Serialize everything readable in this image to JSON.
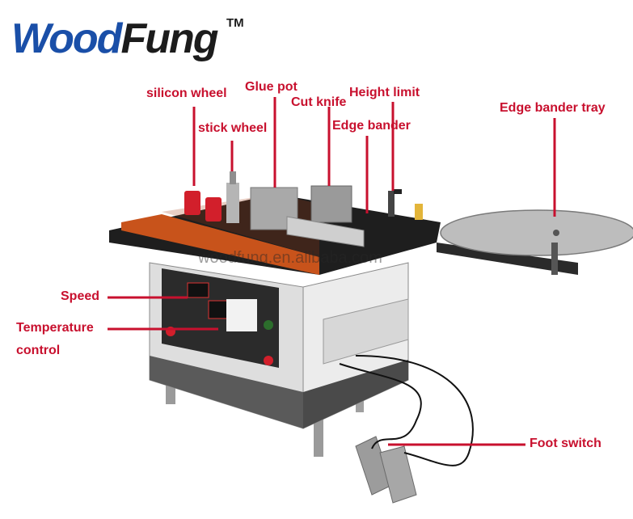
{
  "brand": {
    "part1": "Wood",
    "part2": "Fung",
    "trademark": "TM",
    "color1": "#1a4fa8",
    "color2": "#1c1c1c"
  },
  "watermark": "woodfung.en.alibaba.com",
  "label_color": "#c8102e",
  "labels": {
    "silicon_wheel": "silicon wheel",
    "glue_pot": "Glue pot",
    "cut_knife": "Cut knife",
    "height_limit": "Height limit",
    "stick_wheel": "stick wheel",
    "edge_bander": "Edge bander",
    "edge_bander_tray": "Edge bander tray",
    "speed": "Speed",
    "temperature_line1": "Temperature",
    "temperature_line2": "control",
    "foot_switch": "Foot switch"
  }
}
